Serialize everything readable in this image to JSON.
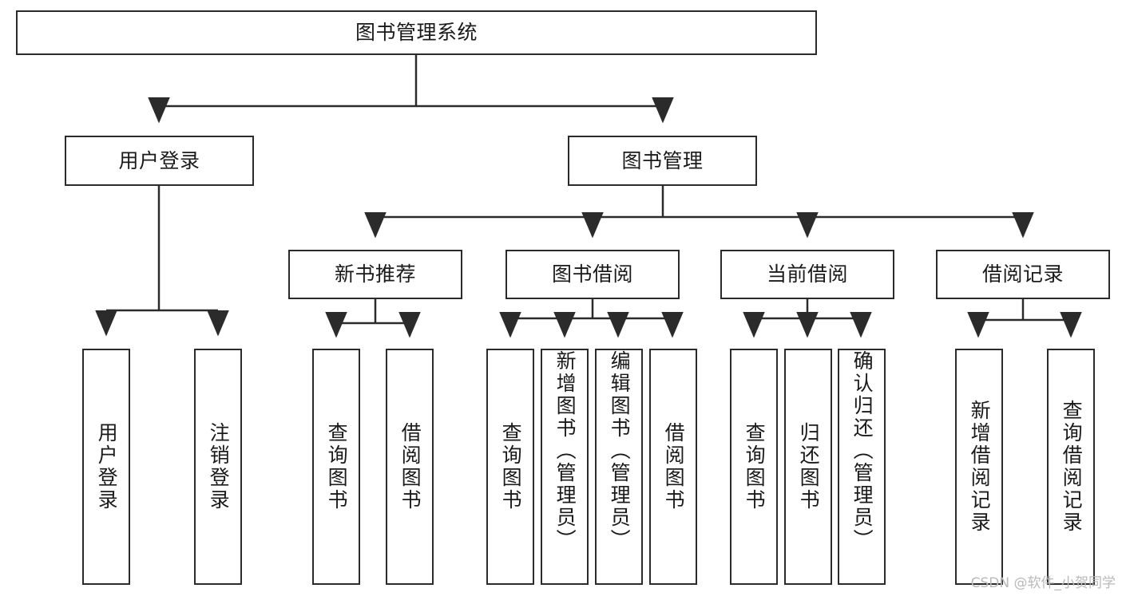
{
  "diagram": {
    "title": "图书管理系统",
    "type": "tree-hierarchy",
    "colors": {
      "border": "#2b2b2b",
      "fill": "#ffffff",
      "text": "#1a1a1a",
      "watermark": "#b9b9b9"
    },
    "root": {
      "label": "图书管理系统"
    },
    "level2": [
      {
        "label": "用户登录"
      },
      {
        "label": "图书管理"
      }
    ],
    "level3": [
      {
        "label": "新书推荐"
      },
      {
        "label": "图书借阅"
      },
      {
        "label": "当前借阅"
      },
      {
        "label": "借阅记录"
      }
    ],
    "leaves": {
      "user_login": [
        {
          "label": "用户登录"
        },
        {
          "label": "注销登录"
        }
      ],
      "new_book": [
        {
          "label": "查询图书"
        },
        {
          "label": "借阅图书"
        }
      ],
      "borrow_book": [
        {
          "label": "查询图书"
        },
        {
          "label": "新增图书（管理员）"
        },
        {
          "label": "编辑图书（管理员）"
        },
        {
          "label": "借阅图书"
        }
      ],
      "current_borrow": [
        {
          "label": "查询图书"
        },
        {
          "label": "归还图书"
        },
        {
          "label": "确认归还（管理员）"
        }
      ],
      "borrow_record": [
        {
          "label": "新增借阅记录"
        },
        {
          "label": "查询借阅记录"
        }
      ]
    }
  },
  "watermark": {
    "text": "CSDN @软件_小贺同学"
  }
}
